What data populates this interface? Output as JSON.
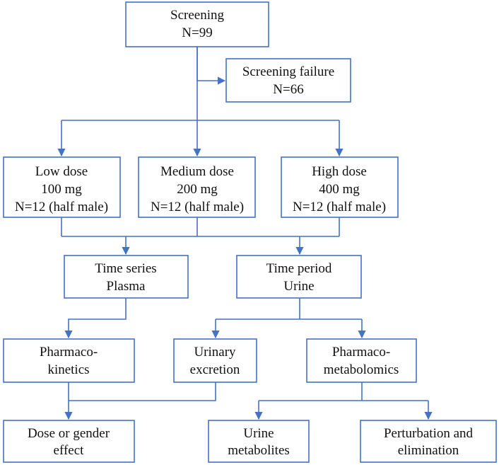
{
  "nodes": {
    "screening": [
      "Screening",
      "N=99"
    ],
    "screening_failure": [
      "Screening failure",
      "N=66"
    ],
    "low_dose": [
      "Low dose",
      "100 mg",
      "N=12 (half male)"
    ],
    "medium_dose": [
      "Medium dose",
      "200 mg",
      "N=12 (half male)"
    ],
    "high_dose": [
      "High dose",
      "400 mg",
      "N=12 (half male)"
    ],
    "time_series": [
      "Time series",
      "Plasma"
    ],
    "time_period": [
      "Time period",
      "Urine"
    ],
    "pharmacokinetics": [
      "Pharmaco-",
      "kinetics"
    ],
    "urinary_excretion": [
      "Urinary",
      "excretion"
    ],
    "pharmacometabolomics": [
      "Pharmaco-",
      "metabolomics"
    ],
    "dose_gender": [
      "Dose or gender",
      "effect"
    ],
    "urine_metabolites": [
      "Urine",
      "metabolites"
    ],
    "perturbation": [
      "Perturbation and",
      "elimination"
    ]
  },
  "colors": {
    "line": "#4472c4",
    "box_border": "#4472c4",
    "text": "#111111"
  },
  "edges": [
    [
      "screening",
      "screening_failure"
    ],
    [
      "screening",
      "low_dose"
    ],
    [
      "screening",
      "medium_dose"
    ],
    [
      "screening",
      "high_dose"
    ],
    [
      "low_dose",
      "time_series"
    ],
    [
      "medium_dose",
      "time_series"
    ],
    [
      "high_dose",
      "time_series"
    ],
    [
      "low_dose",
      "time_period"
    ],
    [
      "medium_dose",
      "time_period"
    ],
    [
      "high_dose",
      "time_period"
    ],
    [
      "time_series",
      "pharmacokinetics"
    ],
    [
      "time_period",
      "urinary_excretion"
    ],
    [
      "time_period",
      "pharmacometabolomics"
    ],
    [
      "pharmacokinetics",
      "dose_gender"
    ],
    [
      "urinary_excretion",
      "dose_gender"
    ],
    [
      "pharmacometabolomics",
      "urine_metabolites"
    ],
    [
      "pharmacometabolomics",
      "perturbation"
    ]
  ]
}
